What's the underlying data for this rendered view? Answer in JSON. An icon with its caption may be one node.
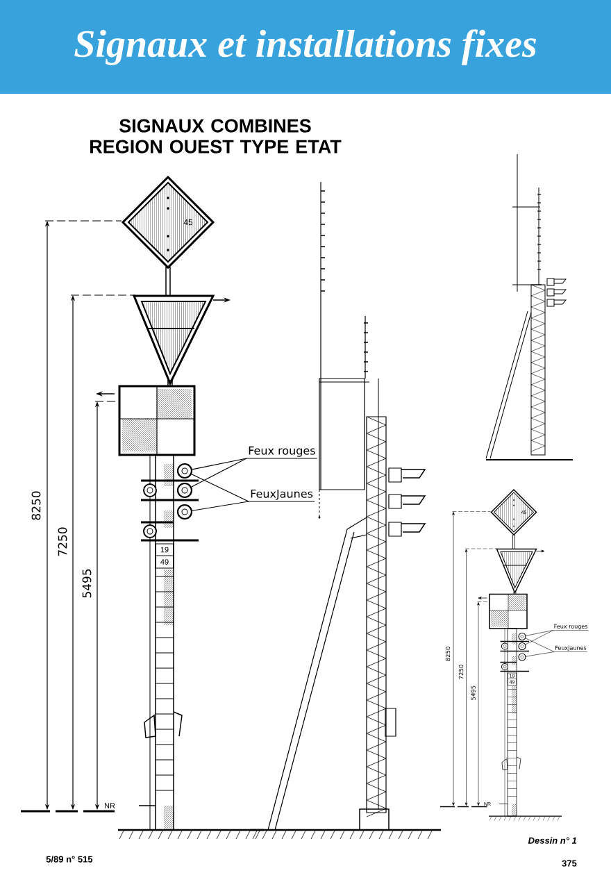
{
  "diagram": {
    "title": "Signaux et installations fixes",
    "nodes": [
      {
        "text": [
          "Feux rouges"
        ]
      },
      {
        "text": [
          "FeuxJaunes"
        ]
      },
      {
        "text": [],
        "shape": "circle"
      },
      {
        "text": [],
        "shape": "circle"
      },
      {
        "text": [],
        "shape": "circle"
      },
      {
        "text": [
          "Feux rouges"
        ]
      },
      {
        "text": [
          "FeuxJaunes"
        ]
      },
      {
        "text": [],
        "shape": "circle"
      },
      {
        "text": [],
        "shape": "circle"
      },
      {
        "text": [],
        "shape": "circle"
      }
    ],
    "edges": [
      {
        "from": 0,
        "to": 2,
        "arrow": "none"
      },
      {
        "from": 0,
        "to": 3,
        "arrow": "none"
      },
      {
        "from": 1,
        "to": 2,
        "arrow": "none"
      },
      {
        "from": 1,
        "to": 4,
        "arrow": "none"
      },
      {
        "from": 5,
        "to": 7,
        "arrow": "none"
      },
      {
        "from": 5,
        "to": 8,
        "arrow": "none"
      },
      {
        "from": 6,
        "to": 7,
        "arrow": "none"
      },
      {
        "from": 6,
        "to": 9,
        "arrow": "none"
      }
    ],
    "labels": [
      "SIGNAUX COMBINES REGION OUEST TYPE ETAT",
      "45",
      "8250",
      "7250",
      "5495",
      "NR",
      "19",
      "49",
      "45",
      "8250",
      "7250",
      "5495",
      "NR",
      "19",
      "49",
      "Dessin n° 1",
      "5/89 n° 515",
      "375"
    ]
  }
}
